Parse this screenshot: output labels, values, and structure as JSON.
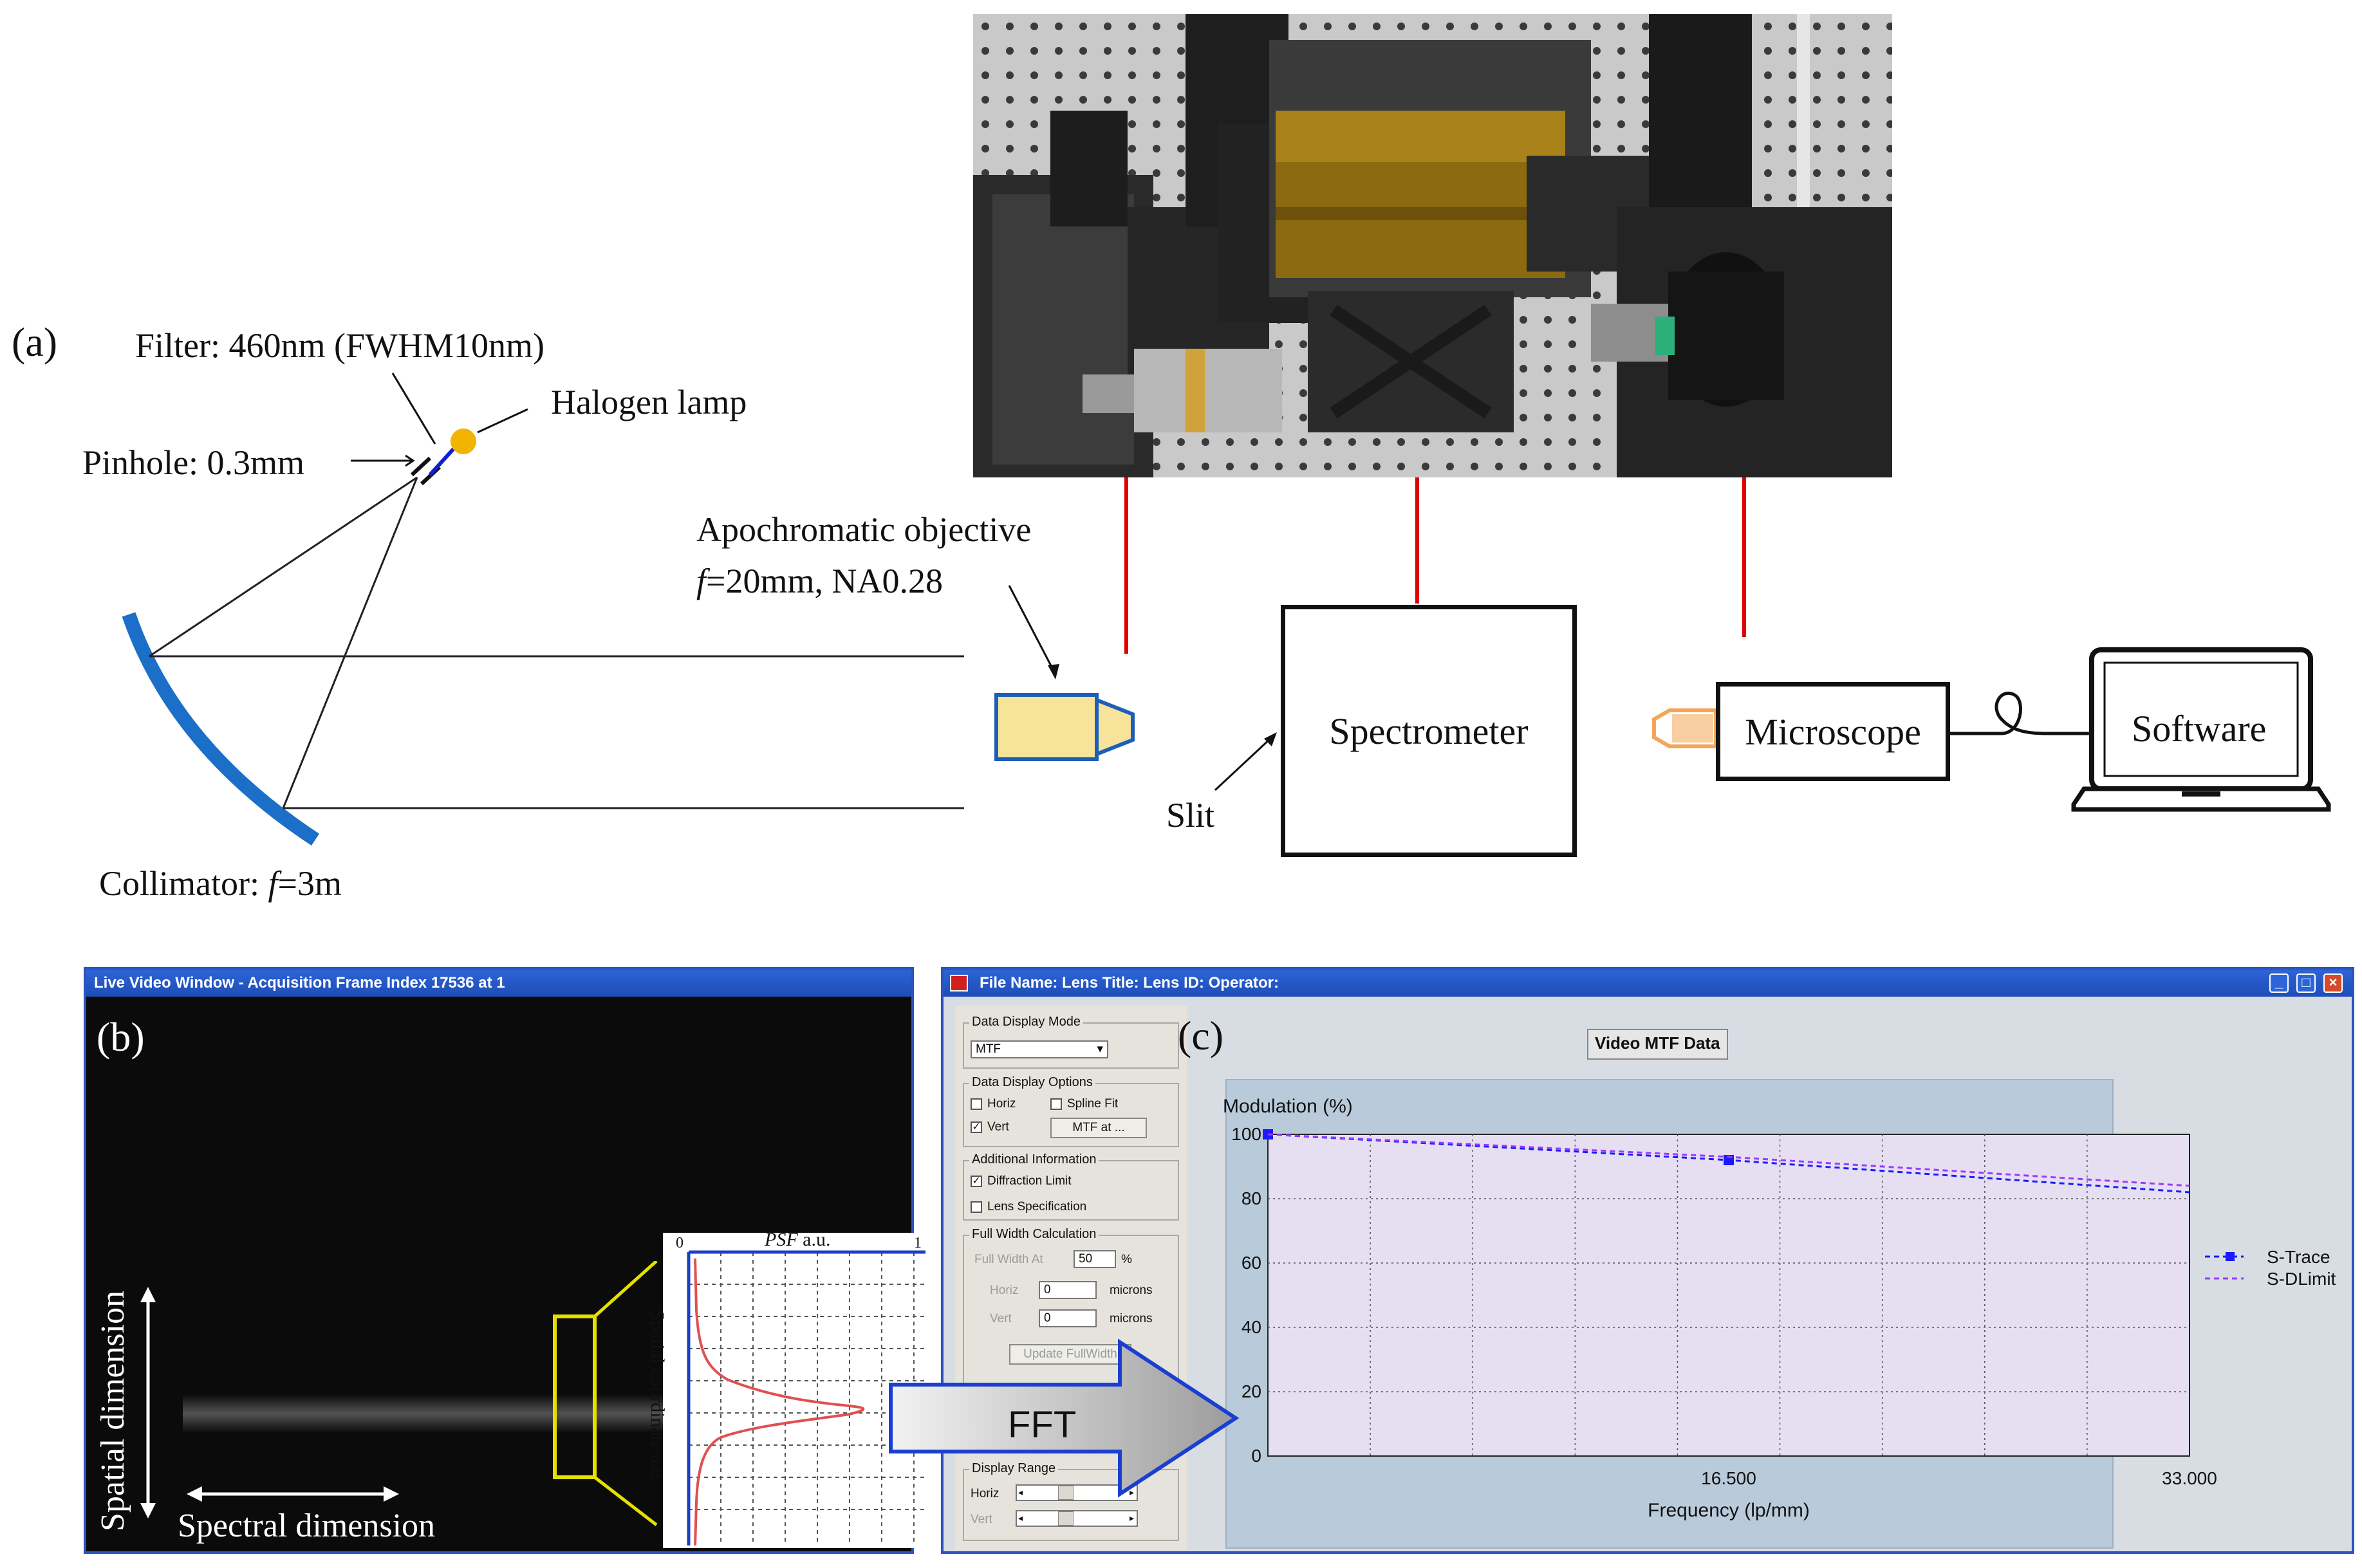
{
  "panel_a": {
    "label": "(a)",
    "filter": "Filter: 460nm (FWHM10nm)",
    "lamp": "Halogen lamp",
    "pinhole": "Pinhole: 0.3mm",
    "objective_line1": "Apochromatic objective",
    "objective_f": "f",
    "objective_line2": "=20mm, NA0.28",
    "collimator_pre": "Collimator: ",
    "collimator_f": "f",
    "collimator_post": "=3m",
    "slit": "Slit",
    "spectrometer": "Spectrometer",
    "microscope": "Microscope",
    "software": "Software"
  },
  "panel_b": {
    "window_title": "Live Video Window - Acquisition Frame Index 17536 at 1",
    "label": "(b)",
    "spatial": "Spatial dimension",
    "spectral": "Spectral dimension",
    "psf_title_i": "PSF",
    "psf_title": " a.u.",
    "psf_axis": "Spatial coordinate a.u.",
    "tick0": "0",
    "tick1": "1"
  },
  "fft": "FFT",
  "panel_c": {
    "window_title": "File Name:   Lens Title:   Lens ID:   Operator:",
    "label": "(c)",
    "data_display_mode": "Data Display Mode",
    "mode_value": "MTF",
    "data_display_options": "Data Display Options",
    "horiz": "Horiz",
    "spline_fit": "Spline Fit",
    "vert": "Vert",
    "mtf_at": "MTF at ...",
    "additional_info": "Additional Information",
    "diffraction_limit": "Diffraction Limit",
    "lens_spec": "Lens Specification",
    "full_width_calc": "Full Width Calculation",
    "full_width_at": "Full Width At",
    "fw_value": "50",
    "percent": "%",
    "horiz2": "Horiz",
    "vert2": "Vert",
    "h_value": "0",
    "v_value": "0",
    "microns": "microns",
    "update_fullwidth": "Update FullWidth",
    "display_range": "Display Range",
    "horiz3": "Horiz",
    "vert3": "Vert",
    "chart_title": "Video MTF Data"
  },
  "chart_data": {
    "type": "line",
    "title": "Video MTF Data",
    "ylabel": "Modulation (%)",
    "xlabel": "Frequency (lp/mm)",
    "xlim": [
      0,
      33
    ],
    "ylim": [
      0,
      100
    ],
    "x_ticks": [
      "16.500",
      "33.000"
    ],
    "y_ticks": [
      "0",
      "20",
      "40",
      "60",
      "80",
      "100"
    ],
    "grid": true,
    "legend_position": "right",
    "series": [
      {
        "name": "S-Trace",
        "x": [
          0,
          16.5,
          33
        ],
        "y": [
          100,
          92,
          82
        ],
        "color": "#1a1aff",
        "markers": true
      },
      {
        "name": "S-DLimit",
        "x": [
          0,
          16.5,
          33
        ],
        "y": [
          100,
          93,
          84
        ],
        "color": "#9a3aff",
        "markers": false
      }
    ]
  },
  "colors": {
    "mirror": "#1c6fc8",
    "lamp": "#f2b400",
    "objective_fill": "#f8e39a",
    "objective_edge": "#1c5fb8",
    "micro_tip": "#f5a55a",
    "arrow": "#e00000",
    "psf_curve": "#e05050",
    "yellow": "#e6e000"
  }
}
